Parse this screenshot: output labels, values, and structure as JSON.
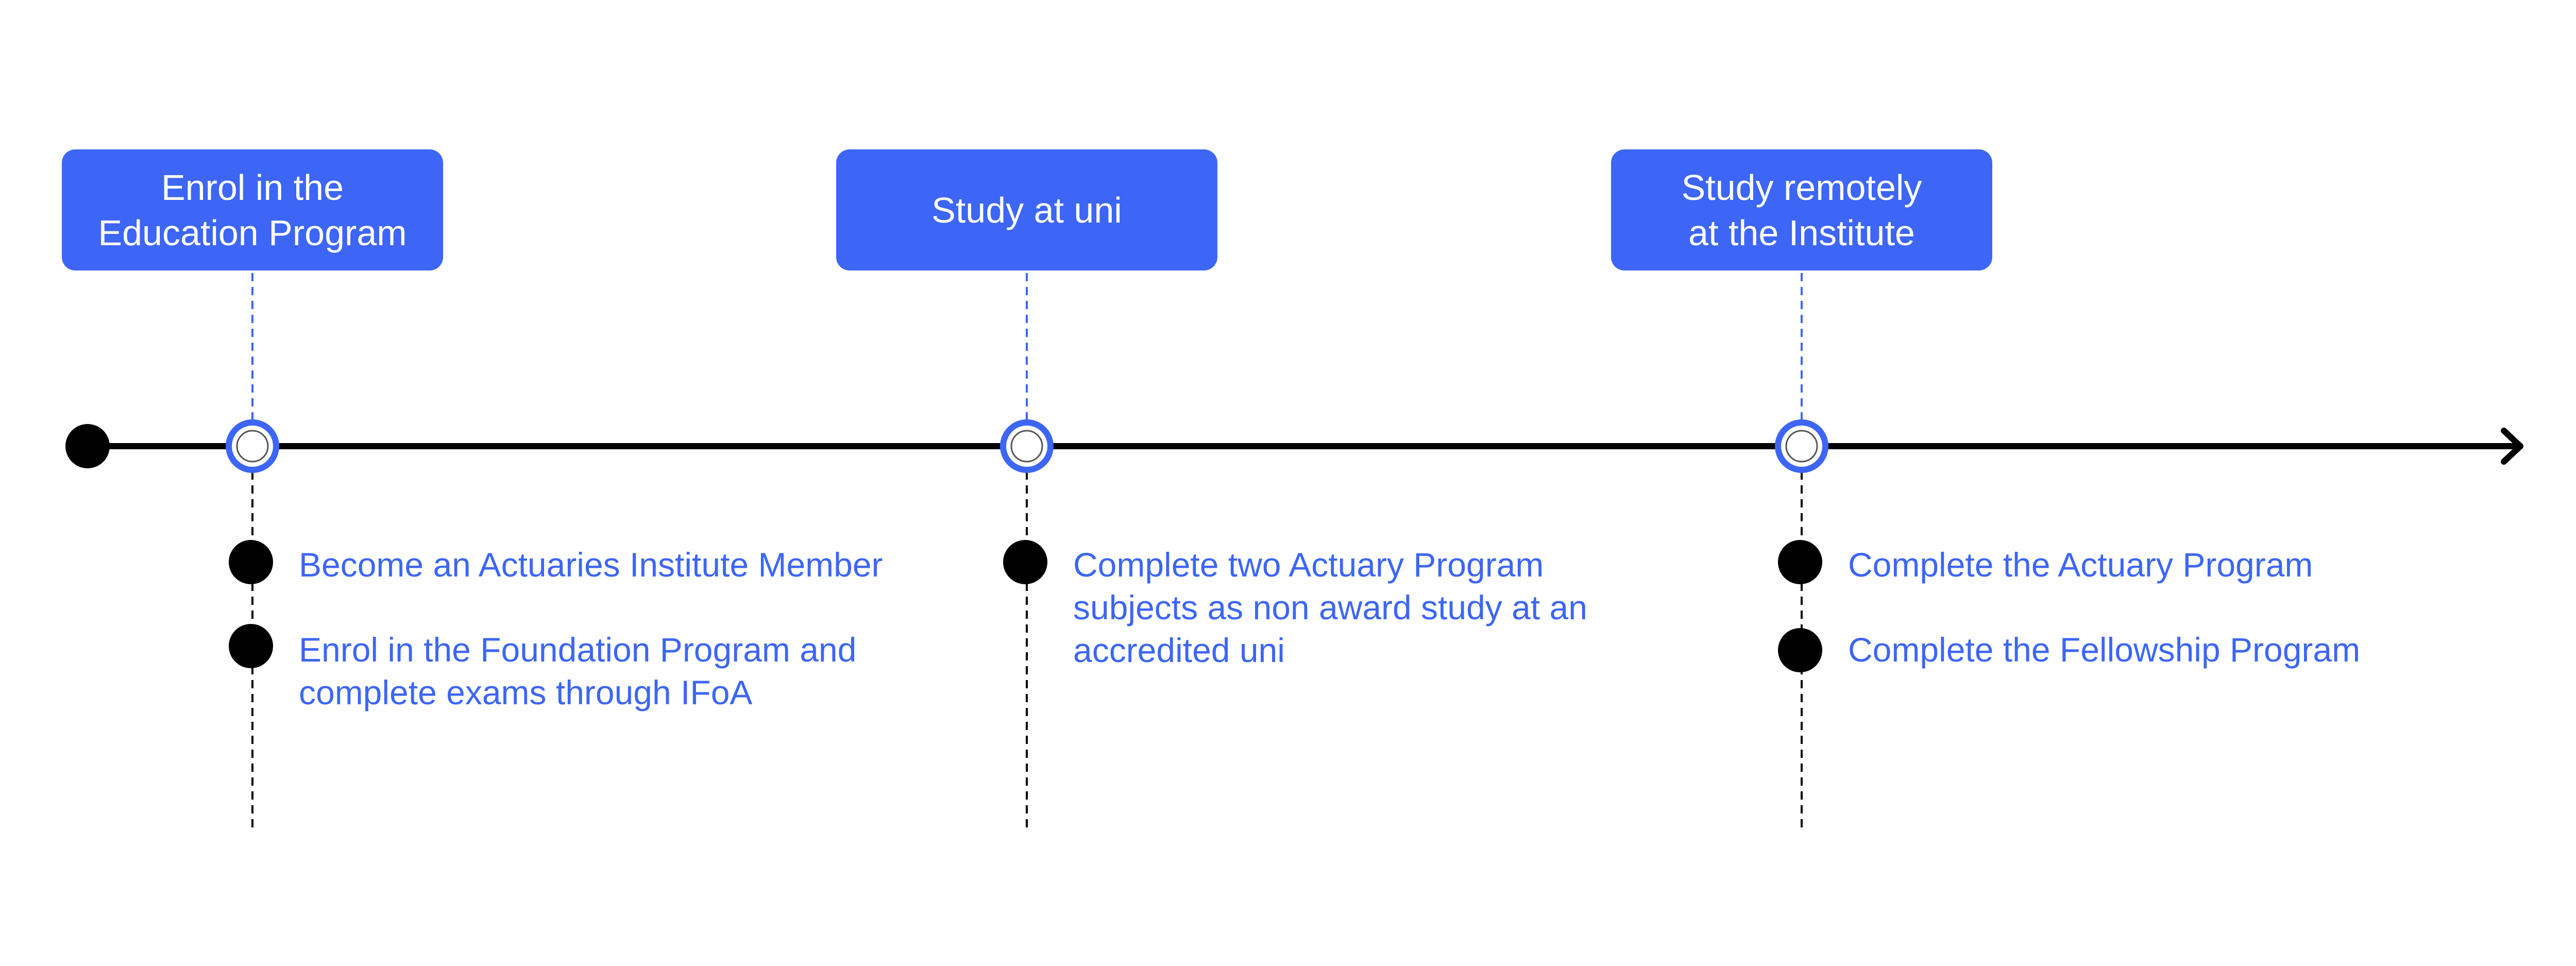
{
  "colors": {
    "accent": "#3d66f6",
    "line": "#000000",
    "background": "#ffffff"
  },
  "pathways": [
    {
      "label": "Enrol in the\nEducation Program",
      "steps": [
        "Become an Actuaries Institute Member",
        "Enrol in the Foundation Program and\ncomplete exams through IFoA"
      ]
    },
    {
      "label": "Study at uni",
      "steps": [
        "Complete two Actuary Program\nsubjects as non award study at an\naccredited uni"
      ]
    },
    {
      "label": "Study remotely\nat the Institute",
      "steps": [
        "Complete the Actuary Program",
        "Complete the Fellowship Program"
      ]
    }
  ]
}
